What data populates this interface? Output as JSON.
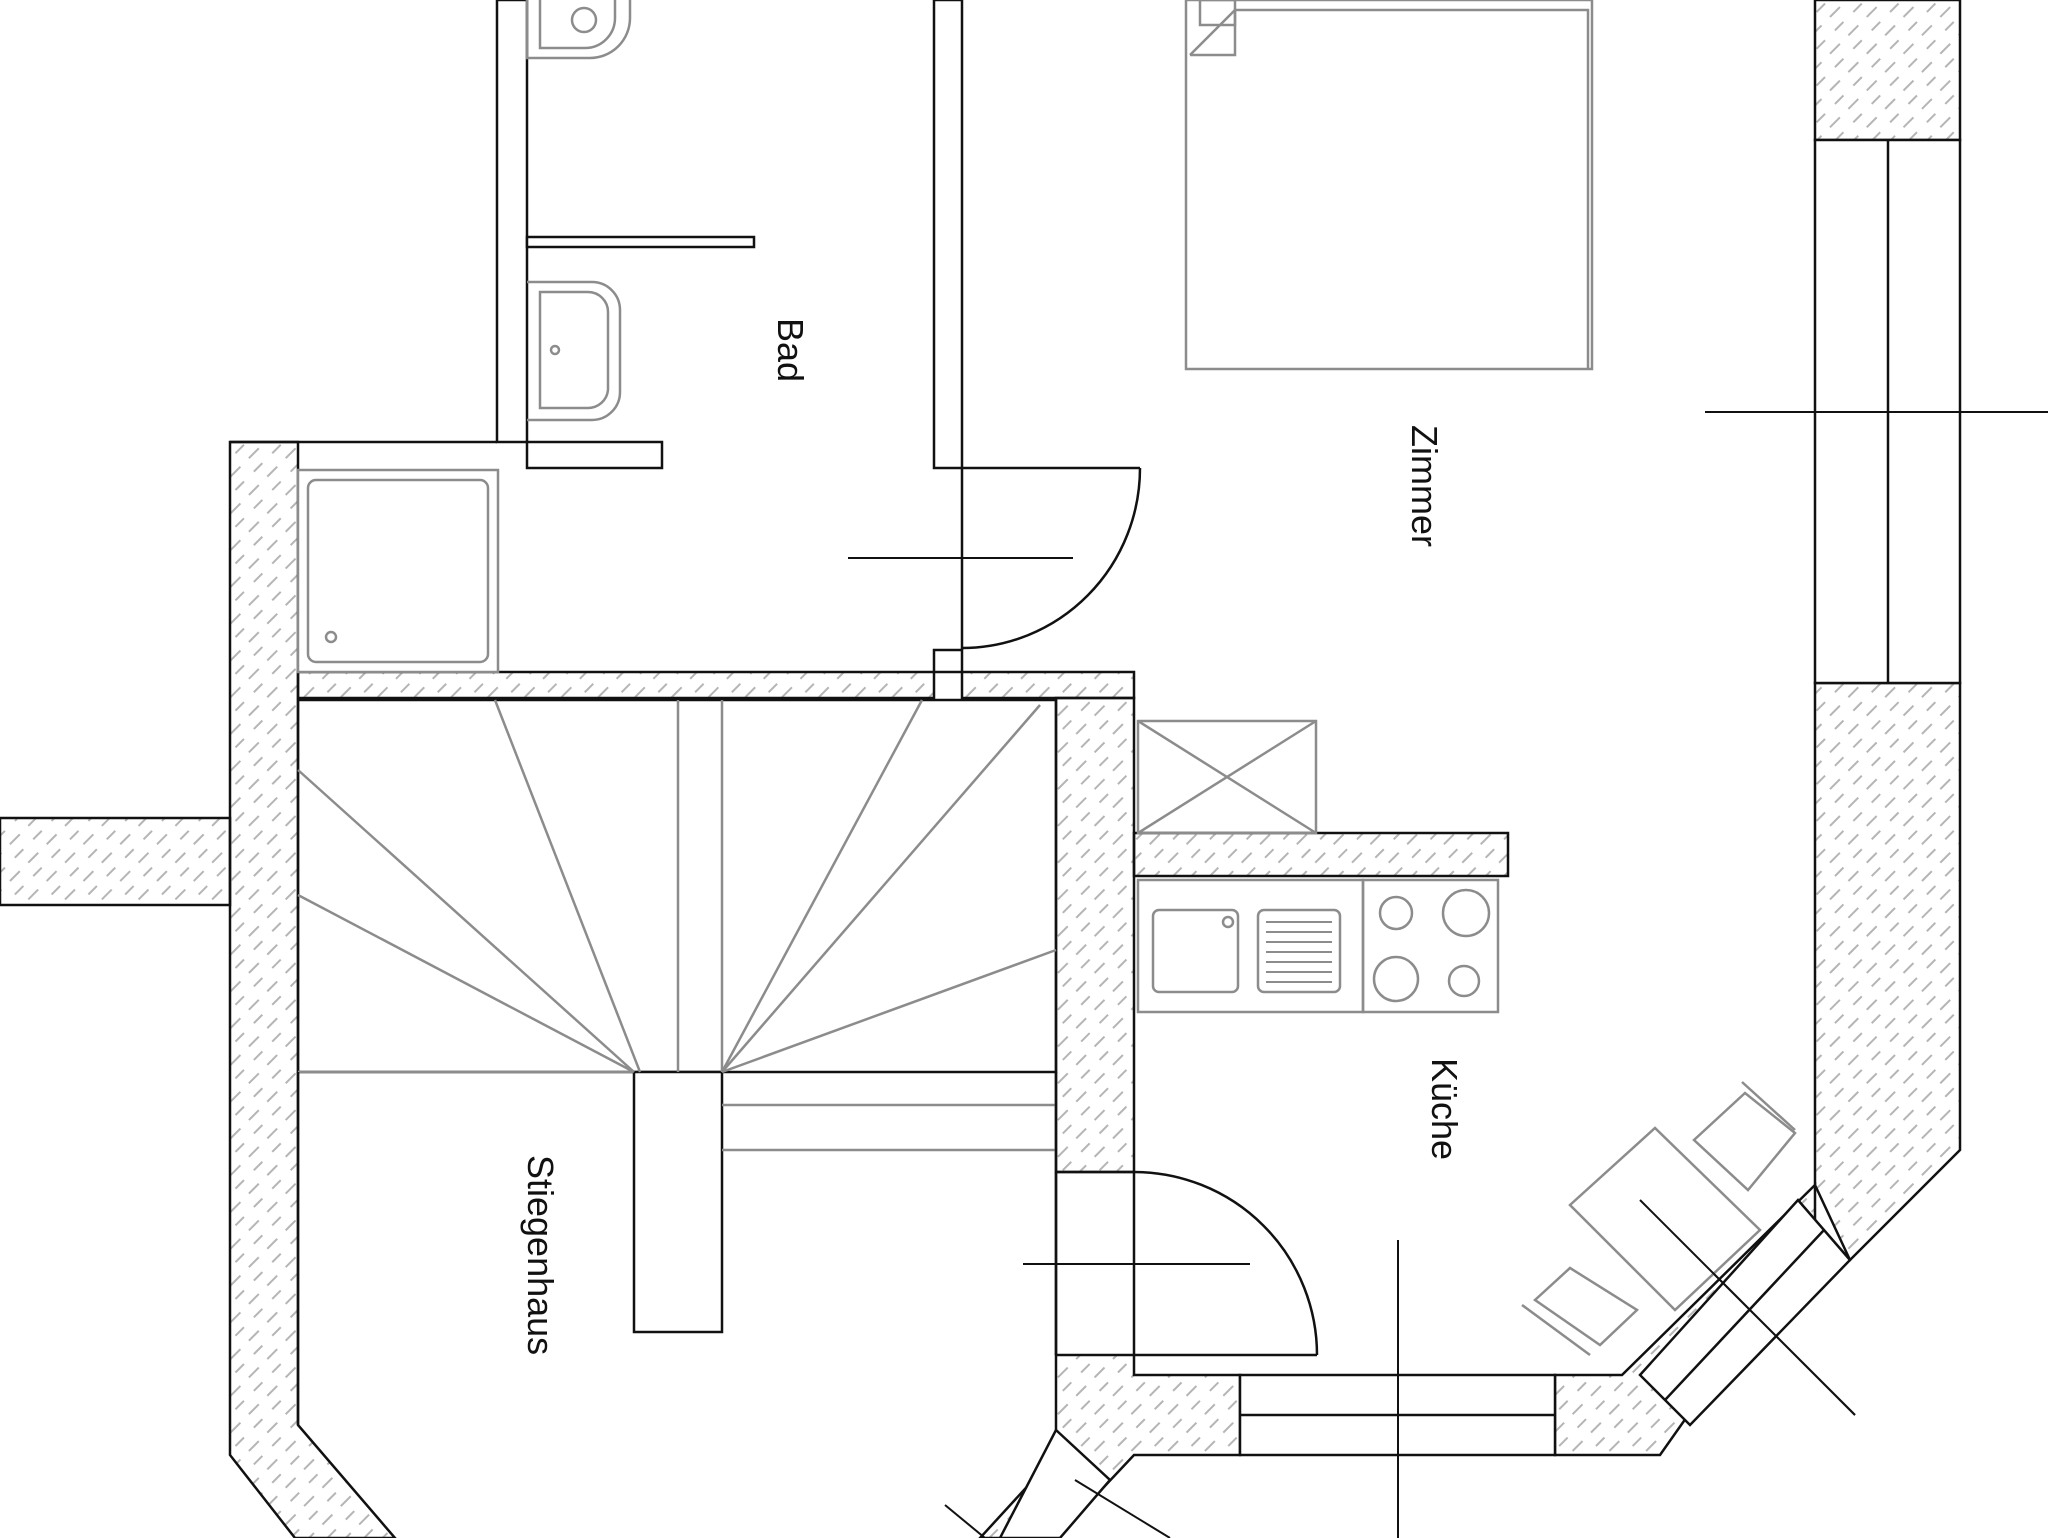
{
  "rooms": {
    "bath": "Bad",
    "room": "Zimmer",
    "kitchen": "Küche",
    "stairwell": "Stiegenhaus"
  },
  "colors": {
    "wall_line": "#111111",
    "fixture_line": "#8c8c8c",
    "hatch_line": "#b5b5b5",
    "background": "#ffffff"
  }
}
